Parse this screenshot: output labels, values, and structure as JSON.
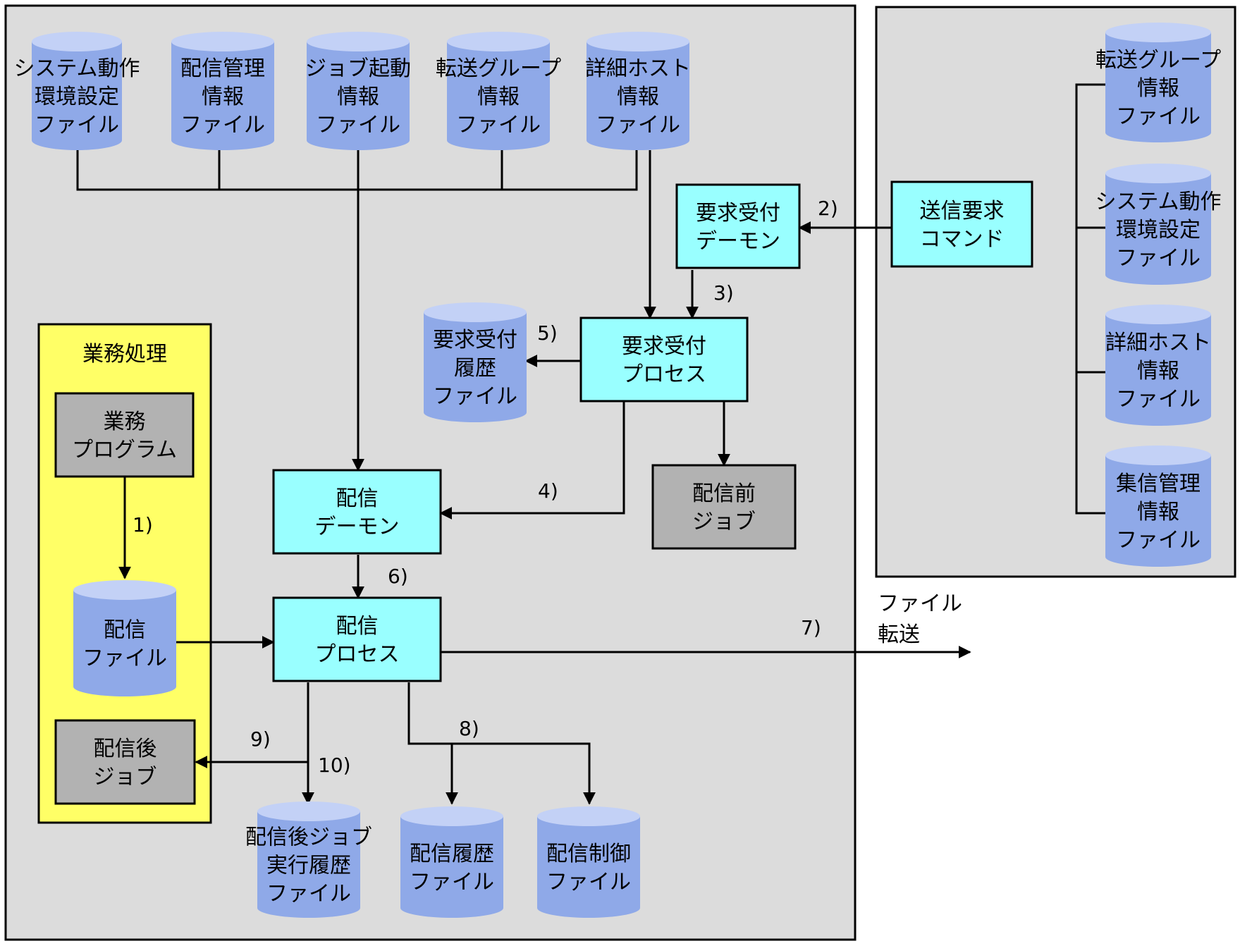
{
  "colors": {
    "panel_bg": "#dcdcdc",
    "process_box": "#99ffff",
    "job_box": "#b2b2b2",
    "business_panel": "#ffff66",
    "cylinder_fill": "#8fa9e8",
    "cylinder_top": "#c3d1f6"
  },
  "panels": {
    "business": {
      "title": "業務処理"
    }
  },
  "labels": {
    "file_transfer": [
      "ファイル",
      "転送"
    ]
  },
  "nodes": {
    "cyl_sys_env_left": {
      "type": "file",
      "lines": [
        "システム動作",
        "環境設定",
        "ファイル"
      ]
    },
    "cyl_dist_mgmt": {
      "type": "file",
      "lines": [
        "配信管理",
        "情報",
        "ファイル"
      ]
    },
    "cyl_job_start": {
      "type": "file",
      "lines": [
        "ジョブ起動",
        "情報",
        "ファイル"
      ]
    },
    "cyl_xfer_group_left": {
      "type": "file",
      "lines": [
        "転送グループ",
        "情報",
        "ファイル"
      ]
    },
    "cyl_host_detail_left": {
      "type": "file",
      "lines": [
        "詳細ホスト",
        "情報",
        "ファイル"
      ]
    },
    "box_req_daemon": {
      "type": "process",
      "lines": [
        "要求受付",
        "デーモン"
      ]
    },
    "box_req_process": {
      "type": "process",
      "lines": [
        "要求受付",
        "プロセス"
      ]
    },
    "cyl_req_history": {
      "type": "file",
      "lines": [
        "要求受付",
        "履歴",
        "ファイル"
      ]
    },
    "box_pre_job": {
      "type": "job",
      "lines": [
        "配信前",
        "ジョブ"
      ]
    },
    "box_dist_daemon": {
      "type": "process",
      "lines": [
        "配信",
        "デーモン"
      ]
    },
    "box_dist_process": {
      "type": "process",
      "lines": [
        "配信",
        "プロセス"
      ]
    },
    "box_business_program": {
      "type": "job",
      "lines": [
        "業務",
        "プログラム"
      ]
    },
    "cyl_dist_file": {
      "type": "file",
      "lines": [
        "配信",
        "ファイル"
      ]
    },
    "box_post_job": {
      "type": "job",
      "lines": [
        "配信後",
        "ジョブ"
      ]
    },
    "cyl_post_job_history": {
      "type": "file",
      "lines": [
        "配信後ジョブ",
        "実行履歴",
        "ファイル"
      ]
    },
    "cyl_dist_history": {
      "type": "file",
      "lines": [
        "配信履歴",
        "ファイル"
      ]
    },
    "cyl_dist_control": {
      "type": "file",
      "lines": [
        "配信制御",
        "ファイル"
      ]
    },
    "box_send_cmd": {
      "type": "process",
      "lines": [
        "送信要求",
        "コマンド"
      ]
    },
    "cyl_xfer_group_right": {
      "type": "file",
      "lines": [
        "転送グループ",
        "情報",
        "ファイル"
      ]
    },
    "cyl_sys_env_right": {
      "type": "file",
      "lines": [
        "システム動作",
        "環境設定",
        "ファイル"
      ]
    },
    "cyl_host_detail_right": {
      "type": "file",
      "lines": [
        "詳細ホスト",
        "情報",
        "ファイル"
      ]
    },
    "cyl_collect_mgmt": {
      "type": "file",
      "lines": [
        "集信管理",
        "情報",
        "ファイル"
      ]
    }
  },
  "step_labels": {
    "s1": "1)",
    "s2": "2)",
    "s3": "3)",
    "s4": "4)",
    "s5": "5)",
    "s6": "6)",
    "s7": "7)",
    "s8": "8)",
    "s9": "9)",
    "s10": "10)"
  }
}
